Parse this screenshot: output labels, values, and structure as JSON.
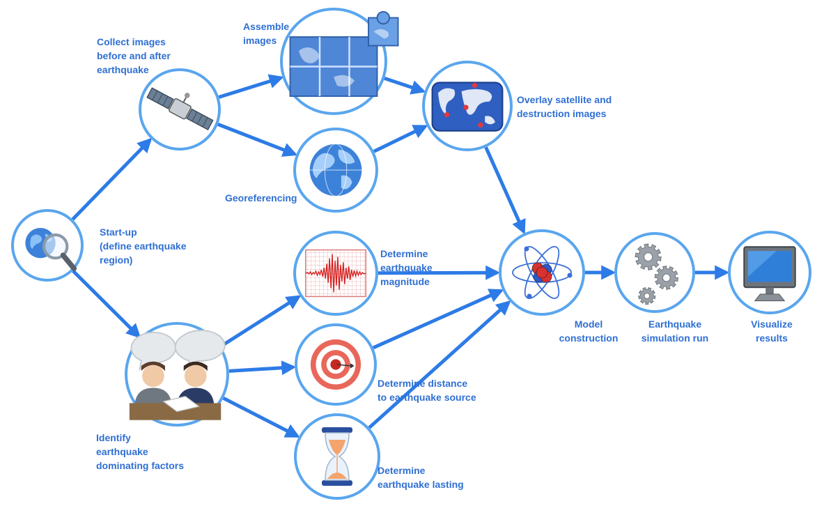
{
  "colors": {
    "arrow": "#2d7be6",
    "ring": "#5aa6ee",
    "label": "#2f6fd3",
    "accent_red": "#e23a3a",
    "puzzle": "#4f86d6",
    "globe": "#3d82d9"
  },
  "nodes": [
    {
      "id": "startup",
      "icon": "magnifier-globe-icon",
      "label": [
        "Start-up",
        "(define earthquake",
        "region)"
      ]
    },
    {
      "id": "collect",
      "icon": "satellite-icon",
      "label": [
        "Collect images",
        "before and after",
        "earthquake"
      ]
    },
    {
      "id": "assemble",
      "icon": "puzzle-icon",
      "label": [
        "Assemble",
        "images"
      ]
    },
    {
      "id": "georef",
      "icon": "globe-icon",
      "label": [
        "Georeferencing"
      ]
    },
    {
      "id": "overlay",
      "icon": "world-map-icon",
      "label": [
        "Overlay satellite and",
        "destruction images"
      ]
    },
    {
      "id": "identify",
      "icon": "people-discussion-icon",
      "label": [
        "Identify",
        "earthquake",
        "dominating factors"
      ]
    },
    {
      "id": "magnitude",
      "icon": "seismogram-icon",
      "label": [
        "Determine",
        "earthquake",
        "magnitude"
      ]
    },
    {
      "id": "distance",
      "icon": "target-icon",
      "label": [
        "Determine distance",
        "to earthquake source"
      ]
    },
    {
      "id": "lasting",
      "icon": "hourglass-icon",
      "label": [
        "Determine",
        "earthquake lasting"
      ]
    },
    {
      "id": "model",
      "icon": "atom-icon",
      "label": [
        "Model",
        "construction"
      ]
    },
    {
      "id": "simulation",
      "icon": "gears-icon",
      "label": [
        "Earthquake",
        "simulation run"
      ]
    },
    {
      "id": "visualize",
      "icon": "monitor-icon",
      "label": [
        "Visualize",
        "results"
      ]
    }
  ],
  "edges": [
    [
      "startup",
      "collect"
    ],
    [
      "startup",
      "identify"
    ],
    [
      "collect",
      "assemble"
    ],
    [
      "collect",
      "georef"
    ],
    [
      "assemble",
      "overlay"
    ],
    [
      "georef",
      "overlay"
    ],
    [
      "overlay",
      "model"
    ],
    [
      "identify",
      "magnitude"
    ],
    [
      "identify",
      "distance"
    ],
    [
      "identify",
      "lasting"
    ],
    [
      "magnitude",
      "model"
    ],
    [
      "distance",
      "model"
    ],
    [
      "lasting",
      "model"
    ],
    [
      "model",
      "simulation"
    ],
    [
      "simulation",
      "visualize"
    ]
  ]
}
